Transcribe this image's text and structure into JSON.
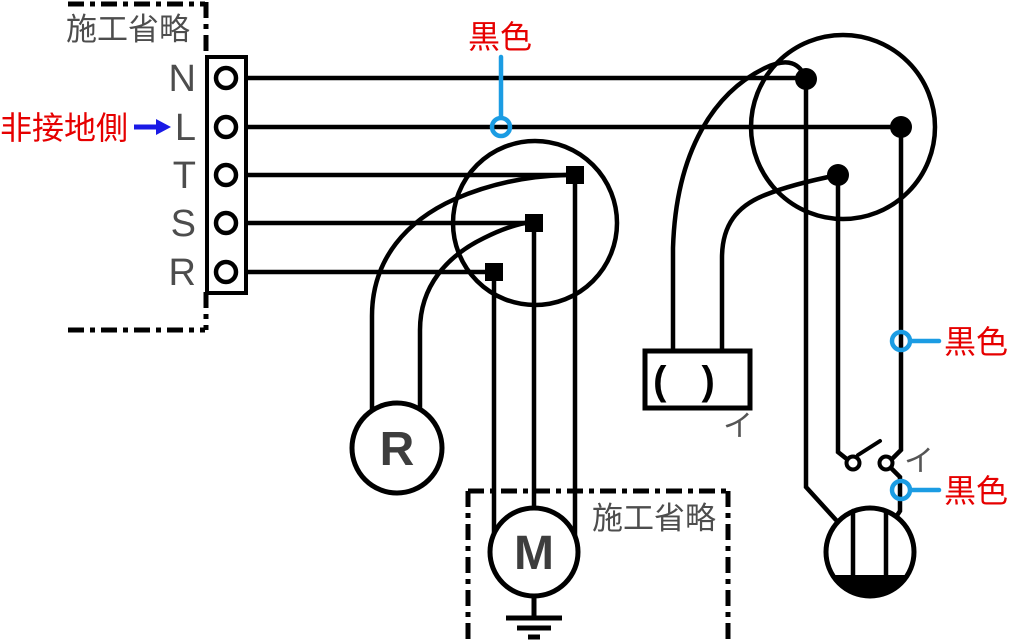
{
  "colors": {
    "wire_black": "#000000",
    "label_gray": "#4d4d4d",
    "annotation_red": "#e60000",
    "marker_blue": "#1b9ce3",
    "arrow_blue": "#1a1ae6",
    "background": "#ffffff"
  },
  "power_panel": {
    "label": "施工省略",
    "non_grounded_label": "非接地側",
    "terminals": [
      "N",
      "L",
      "T",
      "S",
      "R"
    ]
  },
  "wire_color_notes": {
    "l_line": "黒色",
    "switch_feed": "黒色",
    "lamp_feed": "黒色"
  },
  "devices": {
    "indicator_lamp_letter": "R",
    "motor_letter": "M",
    "motor_panel_label": "施工省略",
    "ceiling_fixture_symbol": "( )",
    "ceiling_fixture_circuit_mark": "イ",
    "switch_circuit_mark": "イ"
  }
}
